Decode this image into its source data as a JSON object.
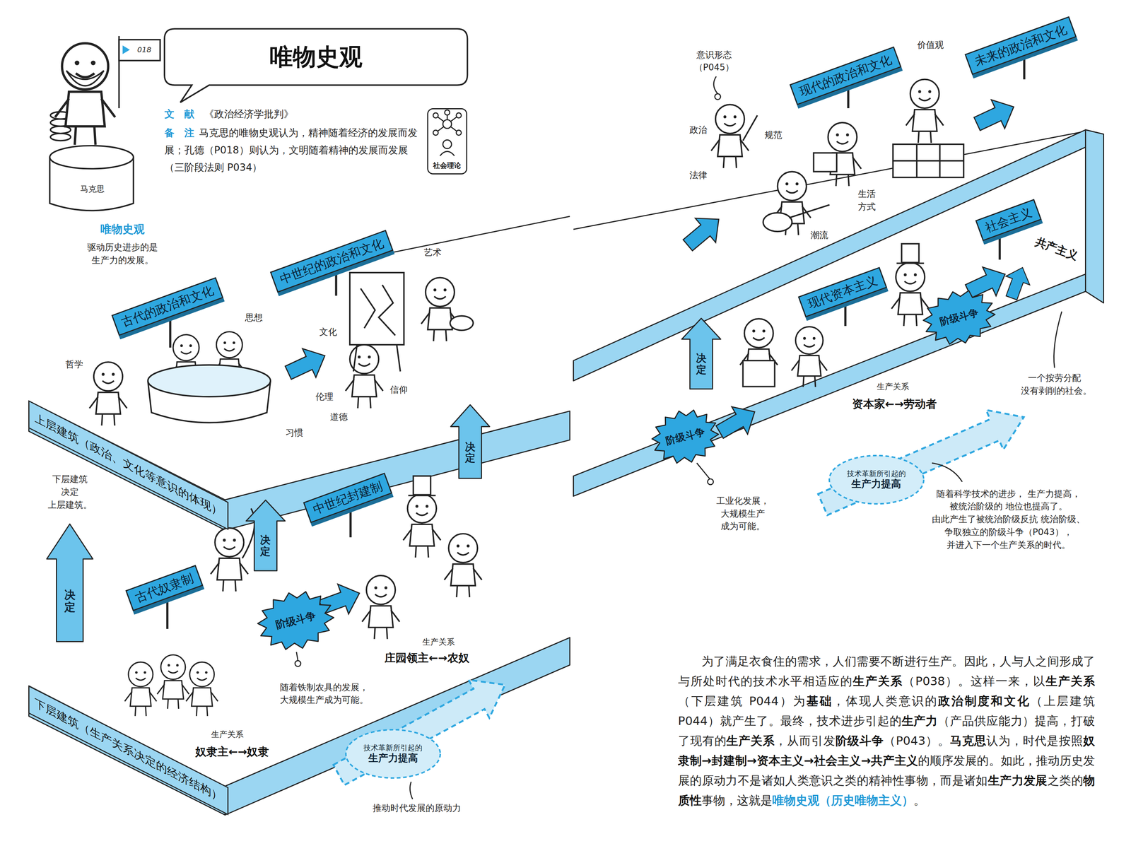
{
  "diagram": {
    "title": "唯物史观",
    "nodes": [
      {
        "text": [
          "社会理论"
        ]
      },
      {
        "text": [
          "上层建筑（政治、文化等意识的体现）"
        ]
      },
      {
        "text": [
          "古代的政治和文化"
        ]
      },
      {
        "text": [
          "中世纪的政治和文化"
        ]
      },
      {
        "text": [
          "决定"
        ]
      },
      {
        "text": [
          "决定"
        ]
      },
      {
        "text": [
          "决定"
        ]
      },
      {
        "text": [
          "中世纪封建制"
        ]
      },
      {
        "text": [
          "古代奴隶制"
        ]
      },
      {
        "text": [
          "阶级斗争"
        ]
      },
      {
        "text": [
          "下层建筑（生产关系决定的经济结构）"
        ]
      },
      {
        "text": [
          "技术革新所引起的",
          "生产力提高"
        ]
      },
      {
        "text": [
          "现代的政治和文化"
        ]
      },
      {
        "text": [
          "未来的政治和文化"
        ]
      },
      {
        "text": [
          "决定"
        ]
      },
      {
        "text": [
          "现代资本主义"
        ]
      },
      {
        "text": [
          "社会主义"
        ]
      },
      {
        "text": [
          "阶级斗争"
        ]
      },
      {
        "text": [
          "阶级斗争"
        ]
      },
      {
        "text": [
          "技术革新所引起的",
          "生产力提高"
        ]
      }
    ],
    "labels": [
      "018",
      "马克思",
      "文　献",
      "《政治经济学批判》",
      "备　注",
      "马克思的唯物史观认为，精神随着经济的发展而发展；孔德（P018）则认为，文明随着精神的发展而发展（三阶段法则 P034）",
      "唯物史观",
      "驱动历史进步的是 生产力的发展。",
      "哲学",
      "思想",
      "艺术",
      "文化",
      "伦理",
      "信仰",
      "道德",
      "习惯",
      "下层建筑 决定 上层建筑。",
      "随着铁制农具的发展， 大规模生产成为可能。",
      "生产关系",
      "庄园领主←→农奴",
      "生产关系",
      "奴隶主←→奴隶",
      "推动时代发展的原动力",
      "意识形态 （P045）",
      "价值观",
      "政治",
      "规范",
      "法律",
      "生活 方式",
      "潮流",
      "共产主义",
      "生产关系",
      "资本家←→劳动者",
      "一个按劳分配 没有剥削的社会。",
      "工业化发展， 大规模生产 成为可能。",
      "随着科学技术的进步， 生产力提高，被统治阶级的 地位也提高了。由此产生了被统治阶级反抗 统治阶级、争取独立的阶级斗争（P043）， 并进入下一个生产关系的时代。",
      "为了满足衣食住的需求，人们需要不断进行生产。因此，人与人之间形成了与所处时代的技术水平相适应的",
      "生产关系",
      "（P038）。这样一来，以",
      "生产关系",
      "（下层建筑 P044）为",
      "基础",
      "，体现人类意识的",
      "政治制度和文化",
      "（上层建筑 P044）就产生了。最终，技术进步引起的",
      "生产力",
      "（产品供应能力）提高，打破了现有的",
      "生产关系",
      "，从而引发",
      "阶级斗争",
      "（P043）。",
      "马克思",
      "认为，时代是按照",
      "奴隶制→封建制→资本主义→社会主义→共产主义",
      "的顺序发展的。如此，推动历史发展的原动力不是诸如人类意识之类的精神性事物，而是诸如",
      "生产力发展",
      "之类的",
      "物质性",
      "事物，这就是",
      "唯物史观（历史唯物主义）",
      "。"
    ]
  }
}
